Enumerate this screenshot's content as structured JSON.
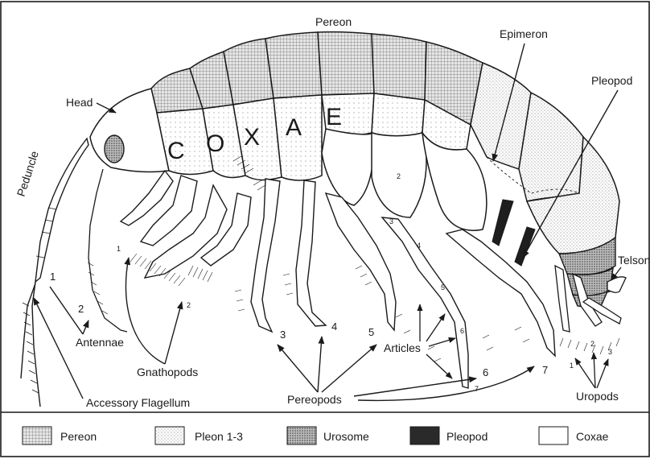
{
  "labels": {
    "pereon_top": "Pereon",
    "epimeron": "Epimeron",
    "pleopod": "Pleopod",
    "head": "Head",
    "peduncle": "Peduncle",
    "telson": "Telson",
    "coxae_letters": [
      "C",
      "O",
      "X",
      "A",
      "E"
    ],
    "antennae": "Antennae",
    "gnathopods": "Gnathopods",
    "accessory_flagellum": "Accessory Flagellum",
    "pereopods": "Pereopods",
    "articles": "Articles",
    "uropods": "Uropods"
  },
  "numbers": {
    "antenna_1": "1",
    "antenna_2": "2",
    "gnathopod_1": "1",
    "gnathopod_2": "2",
    "pereopod_3": "3",
    "pereopod_4": "4",
    "pereopod_5": "5",
    "pereopod_6": "6",
    "pereopod_7": "7",
    "article_2": "2",
    "article_3": "3",
    "article_4": "4",
    "article_5": "5",
    "article_6": "6",
    "article_7": "7",
    "uropod_1": "1",
    "uropod_2": "2",
    "uropod_3": "3"
  },
  "legend": {
    "items": [
      {
        "label": "Pereon",
        "pattern": "grid"
      },
      {
        "label": "Pleon 1-3",
        "pattern": "fine-dots"
      },
      {
        "label": "Urosome",
        "pattern": "dense-dots"
      },
      {
        "label": "Pleopod",
        "pattern": "solid-dark"
      },
      {
        "label": "Coxae",
        "pattern": "blank"
      }
    ]
  },
  "colors": {
    "ink": "#1a1a1a",
    "pereon_fill": "#cfcfcf",
    "pleon_fill": "#e2e2e2",
    "urosome_fill": "#a9a9a9",
    "pleopod_fill": "#2a2a2a",
    "coxae_fill": "#ffffff"
  }
}
